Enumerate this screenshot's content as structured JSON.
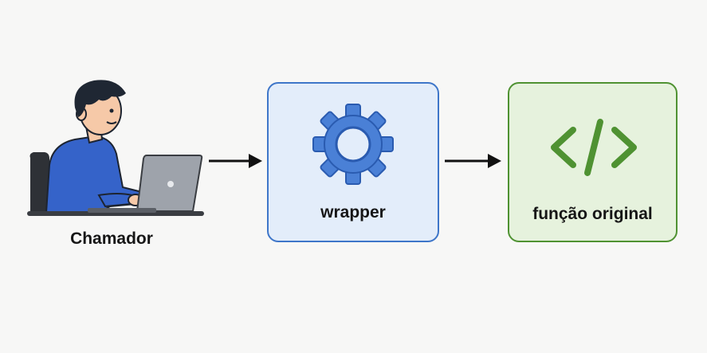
{
  "nodes": {
    "caller": {
      "label": "Chamador",
      "icon": "person-at-laptop-icon"
    },
    "wrapper": {
      "label": "wrapper",
      "icon": "gear-icon",
      "fill": "#e3edfa",
      "border": "#3e76c9"
    },
    "original": {
      "label": "função original",
      "icon": "code-brackets-icon",
      "fill": "#e6f2dd",
      "border": "#4f9232"
    }
  },
  "edges": [
    {
      "from": "caller",
      "to": "wrapper"
    },
    {
      "from": "wrapper",
      "to": "original"
    }
  ],
  "colors": {
    "background": "#f7f7f6",
    "shirt": "#3563c9",
    "hair": "#1f2733",
    "skin": "#f6c9a8",
    "laptop": "#9ea3ab",
    "arrow": "#111111"
  }
}
